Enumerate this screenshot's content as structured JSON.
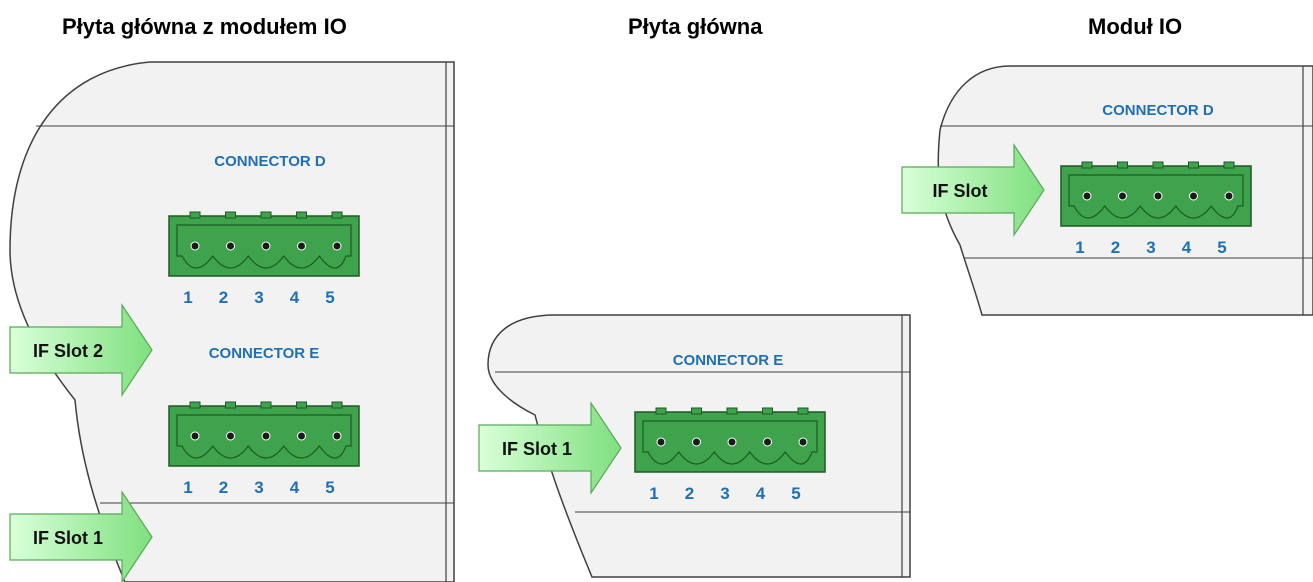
{
  "titles": {
    "combined": "Płyta główna z modułem IO",
    "mainboard": "Płyta główna",
    "io_module": "Moduł IO"
  },
  "connectors": {
    "d": "CONNECTOR D",
    "e": "CONNECTOR E"
  },
  "slots": {
    "slot1": "IF Slot 1",
    "slot2": "IF Slot 2",
    "slot": "IF Slot"
  },
  "pin_labels": [
    "1",
    "2",
    "3",
    "4",
    "5"
  ],
  "colors": {
    "panel_fill": "#f2f2f2",
    "panel_stroke": "#404040",
    "connector_fill": "#3fa34d",
    "connector_stroke": "#1e5a24",
    "connector_label": "#1f6fb5",
    "arrow_fill_light": "#d9ffd9",
    "arrow_fill_dark": "#7fe07f",
    "arrow_stroke": "#5aa85a"
  }
}
